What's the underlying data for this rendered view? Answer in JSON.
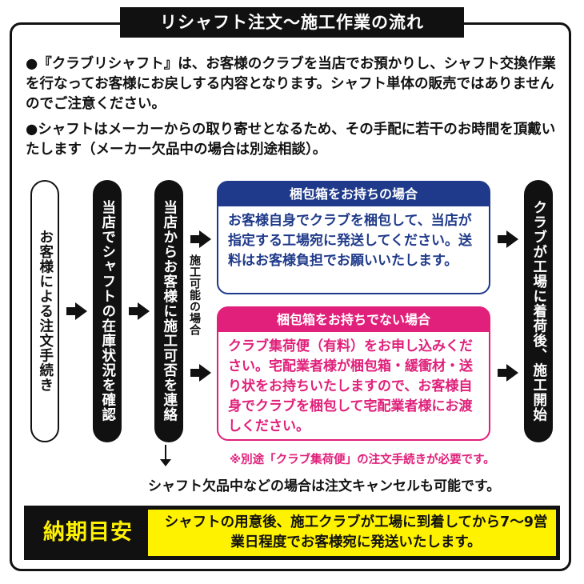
{
  "title": "リシャフト注文〜施工作業の流れ",
  "paragraphs": {
    "p1": "●『クラブリシャフト』は、お客様のクラブを当店でお預かりし、シャフト交換作業を行なってお客様にお戻しする内容となります。シャフト単体の販売ではありませんのでご注意ください。",
    "p2": "●シャフトはメーカーからの取り寄せとなるため、その手配に若干のお時間を頂戴いたします（メーカー欠品中の場合は別途相談）。"
  },
  "flow": {
    "step1": "お客様による注文手続き",
    "step2": "当店でシャフトの在庫状況を確認",
    "step3": "当店からお客様に施工可否を連絡",
    "branch_label": "施工可能の場合",
    "step5": "クラブが工場に着荷後、施工開始"
  },
  "box_with": {
    "header": "梱包箱をお持ちの場合",
    "body": "お客様自身でクラブを梱包して、当店が指定する工場宛に発送してください。送料はお客様負担でお願いいたします。"
  },
  "box_without": {
    "header": "梱包箱をお持ちでない場合",
    "body": "クラブ集荷便（有料）をお申し込みください。宅配業者様が梱包箱・緩衝材・送り状をお持ちいたしますので、お客様自身でクラブを梱包して宅配業者様にお渡しください。"
  },
  "note": "※別途「クラブ集荷便」の注文手続きが必要です。",
  "cancel_note": "シャフト欠品中などの場合は注文キャンセルも可能です。",
  "delivery": {
    "label": "納期目安",
    "text": "シャフトの用意後、施工クラブが工場に到着してから7〜9営業日程度でお客様宛に発送いたします。"
  },
  "colors": {
    "blue": "#1f3a8a",
    "pink": "#e0207a",
    "yellow": "#fff200",
    "black": "#111111"
  }
}
